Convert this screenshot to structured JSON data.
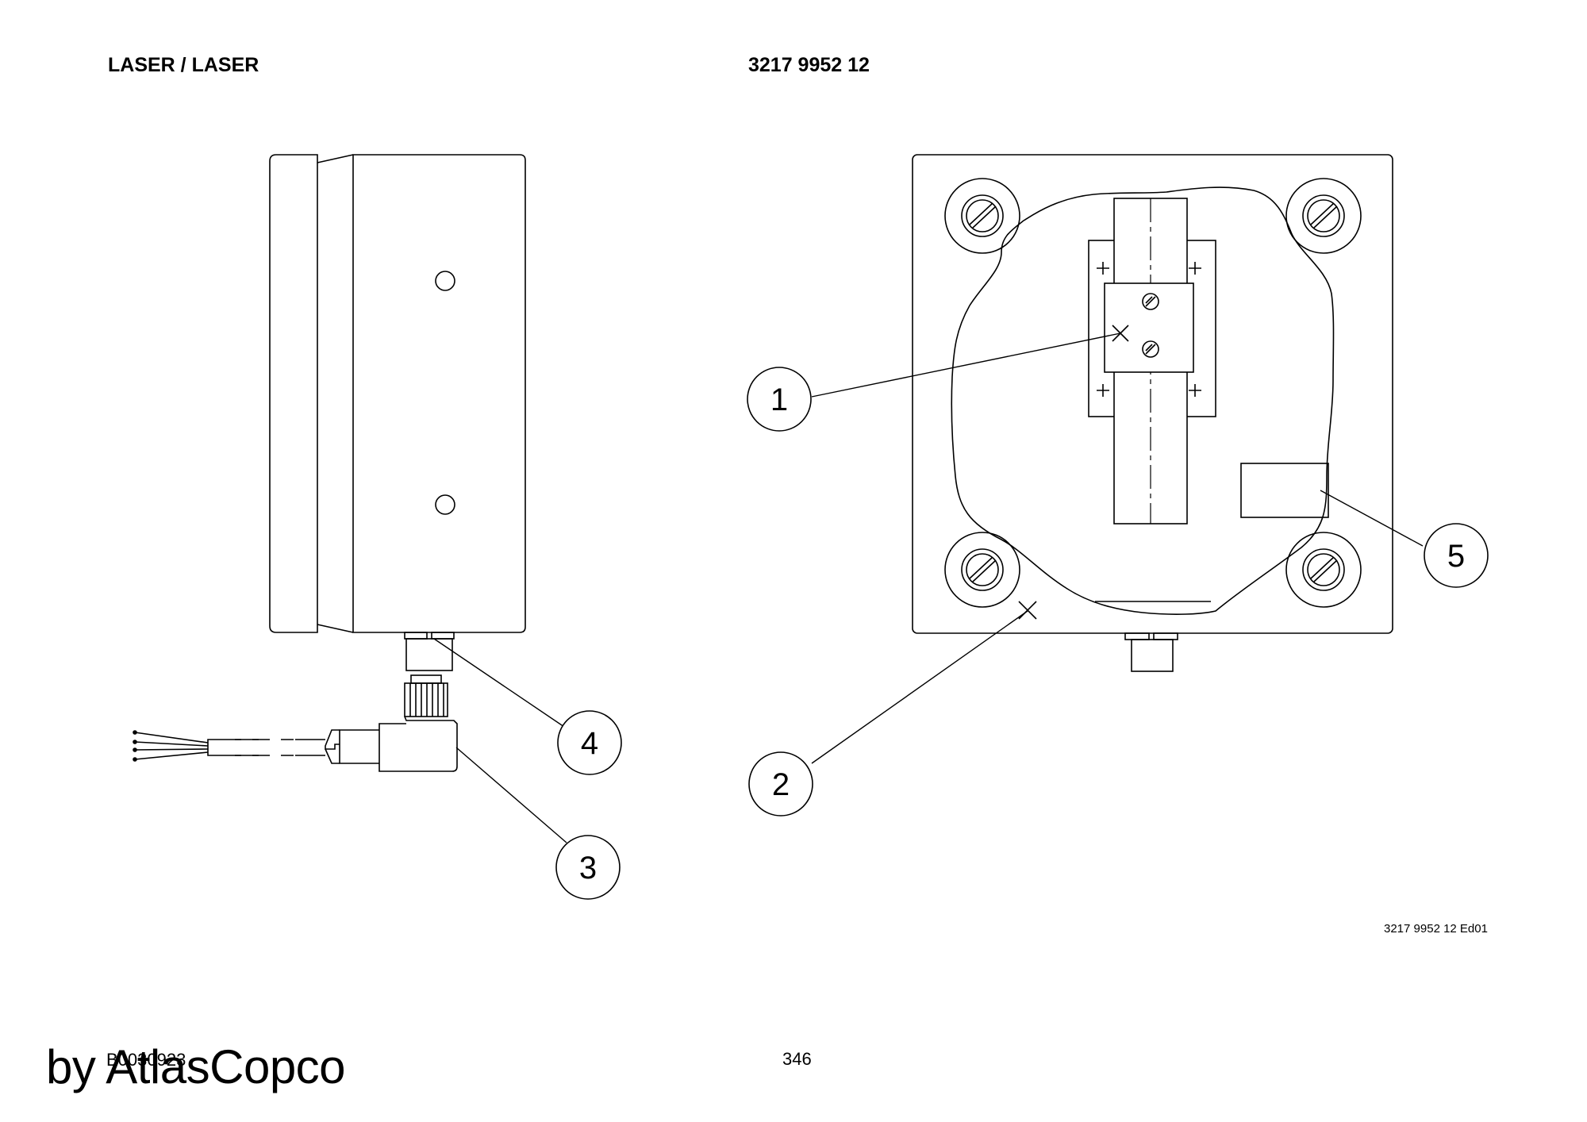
{
  "header": {
    "title": "LASER / LASER",
    "part_number": "3217 9952 12"
  },
  "callouts": [
    "1",
    "2",
    "3",
    "4",
    "5"
  ],
  "footer": {
    "edition": "3217 9952 12 Ed01",
    "doc_ref": "B0030923",
    "page": "346",
    "watermark": "by AtlasCopco"
  }
}
